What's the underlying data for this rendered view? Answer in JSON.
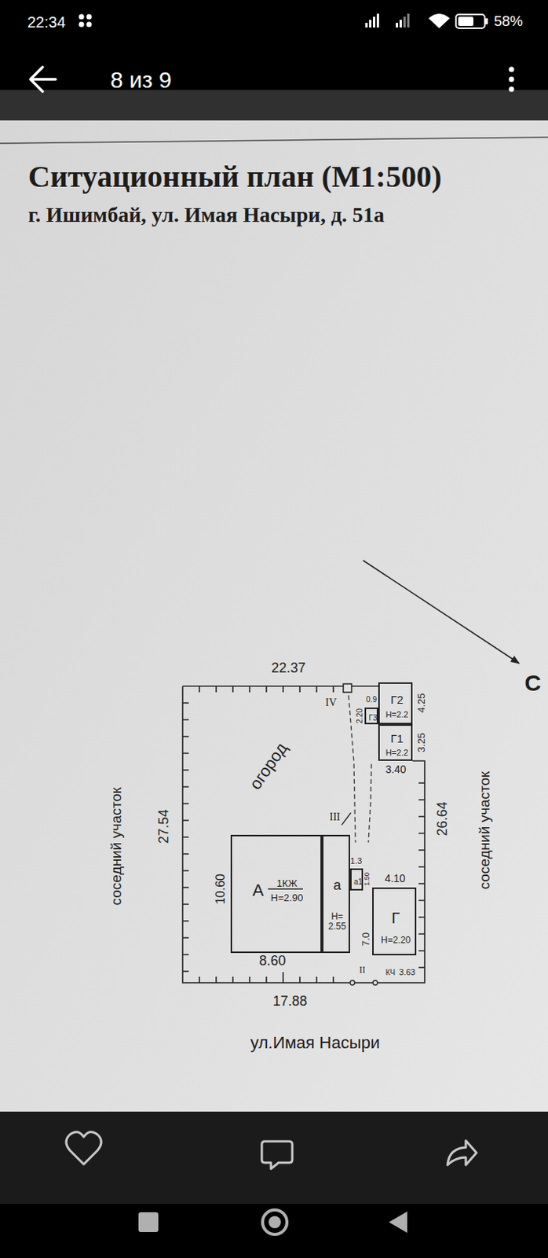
{
  "diagram": {
    "title": "Ситуационный план (М1:500)",
    "nodes": [
      {
        "text": [
          "А",
          "1КЖ",
          "Н=2.90"
        ]
      },
      {
        "text": [
          "а",
          "Н= 2.55"
        ]
      },
      {
        "text": [
          "а1"
        ]
      },
      {
        "text": [
          "Г",
          "Н=2.20"
        ]
      },
      {
        "text": [
          "Г1",
          "Н=2.2"
        ]
      },
      {
        "text": [
          "Г2",
          "Н=2.2"
        ]
      },
      {
        "text": [
          "Г3"
        ]
      }
    ],
    "labels": [
      "22:34",
      "58%",
      "8 из 9",
      "г. Ишимбай, ул. Имая Насыри, д. 51а",
      "С",
      "22.37",
      "IV",
      "0.9",
      "2.20",
      "4.25",
      "3.25",
      "3.40",
      "огород",
      "соседний участок",
      "27.54",
      "III",
      "26.64",
      "соседний участок",
      "10.60",
      "1.3",
      "1.50",
      "4.10",
      "7.0",
      "8.60",
      "II",
      "КЧ",
      "3.63",
      "17.88",
      "ул.Имая Насыри"
    ]
  }
}
